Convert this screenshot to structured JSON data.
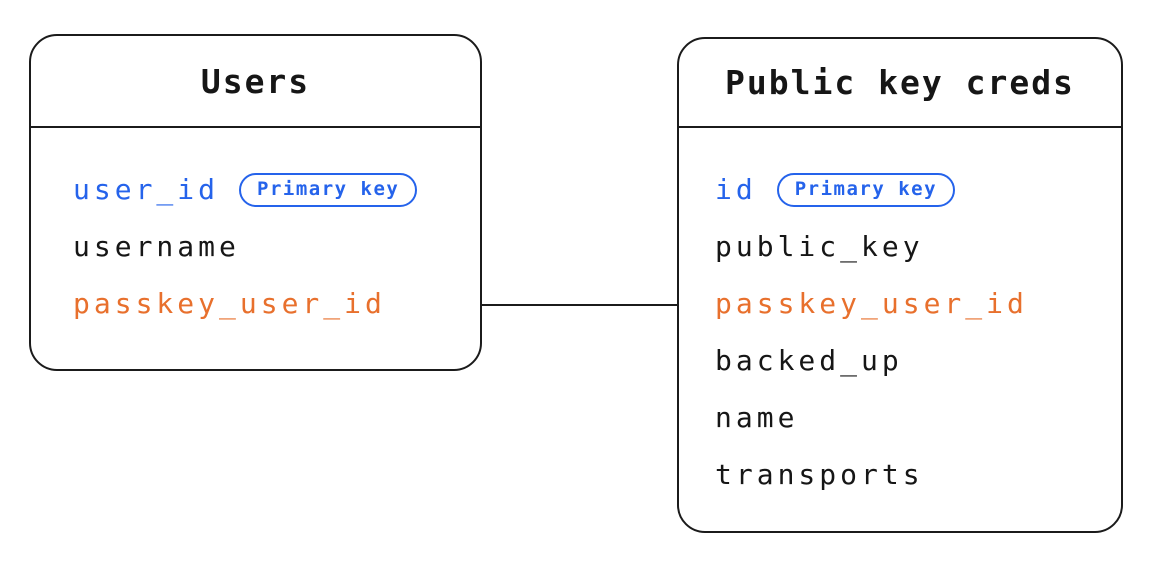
{
  "diagram": {
    "type": "entity-relationship",
    "colors": {
      "primary_key_blue": "#2563eb",
      "foreign_key_orange": "#e8702d",
      "text": "#161616",
      "border": "#1b1b1b",
      "background": "#ffffff"
    },
    "tables": [
      {
        "title": "Users",
        "fields": [
          {
            "name": "user_id",
            "badge": "Primary key"
          },
          {
            "name": "username"
          },
          {
            "name": "passkey_user_id"
          }
        ]
      },
      {
        "title": "Public key creds",
        "fields": [
          {
            "name": "id",
            "badge": "Primary key"
          },
          {
            "name": "public_key"
          },
          {
            "name": "passkey_user_id"
          },
          {
            "name": "backed_up"
          },
          {
            "name": "name"
          },
          {
            "name": "transports"
          }
        ]
      }
    ],
    "relationship": {
      "from": "Users.passkey_user_id",
      "to": "Public key creds.passkey_user_id"
    }
  }
}
